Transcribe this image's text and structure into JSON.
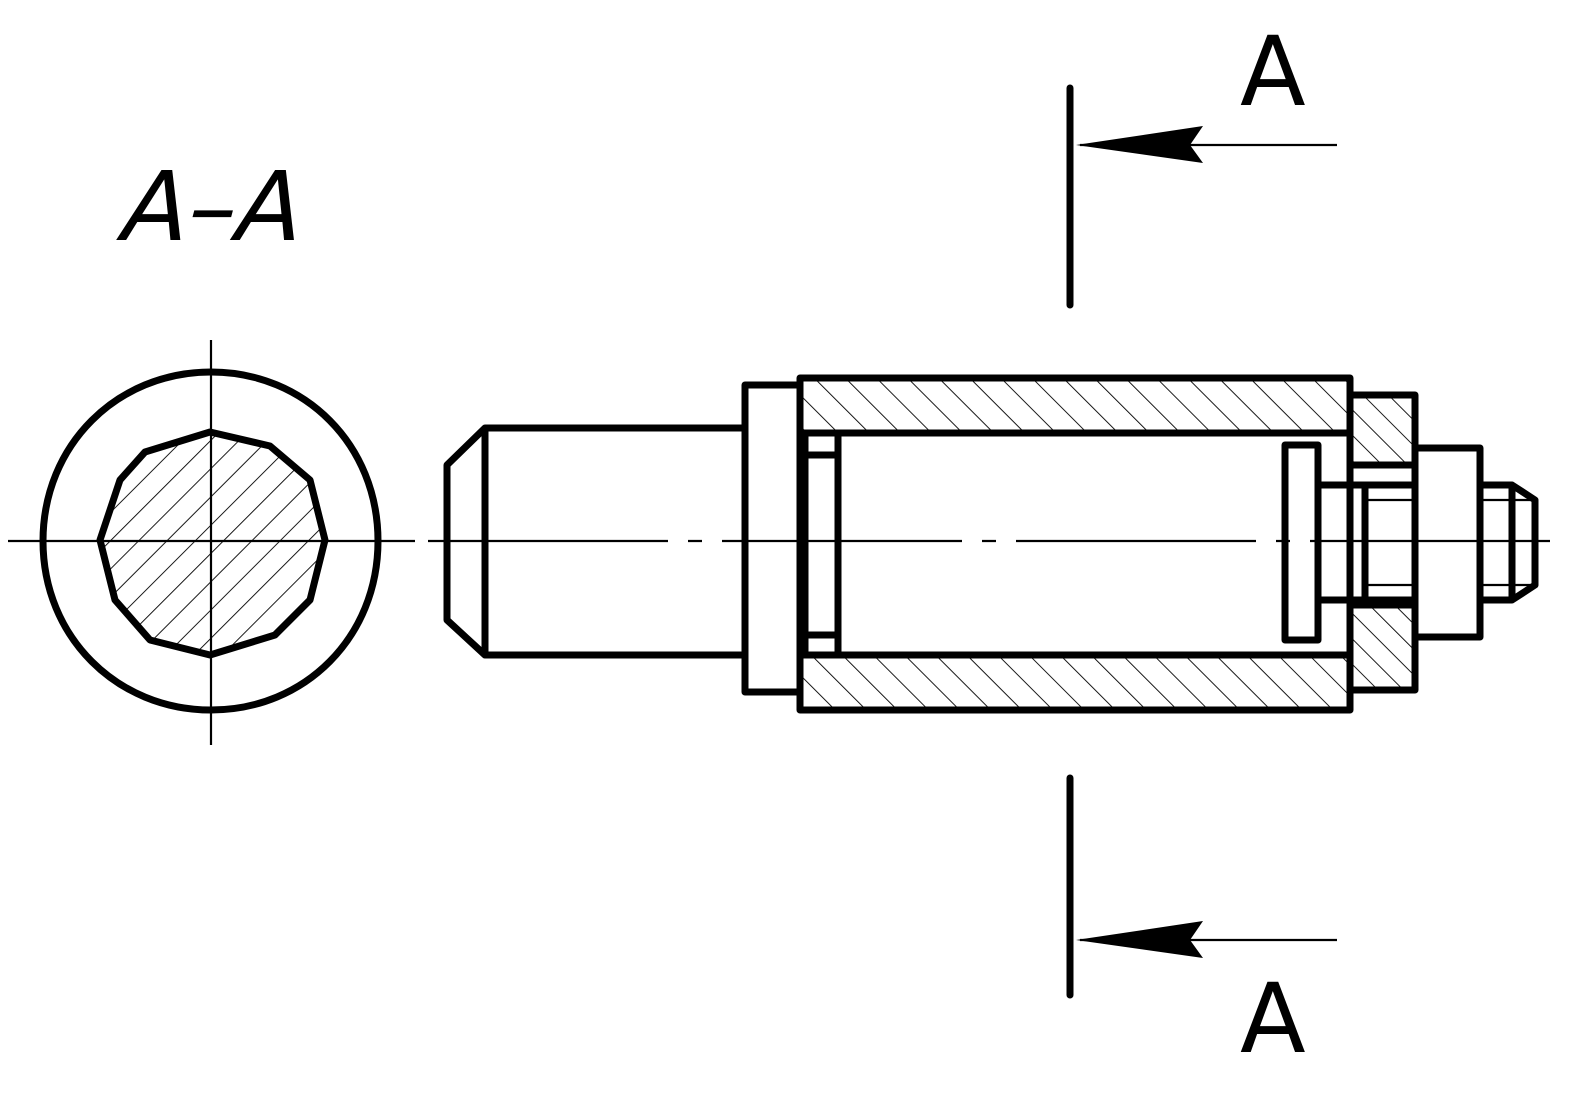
{
  "labels": {
    "section_title": "A–A",
    "cut_label_top": "A",
    "cut_label_bottom": "A"
  },
  "colors": {
    "line": "#000000",
    "background": "#ffffff"
  }
}
